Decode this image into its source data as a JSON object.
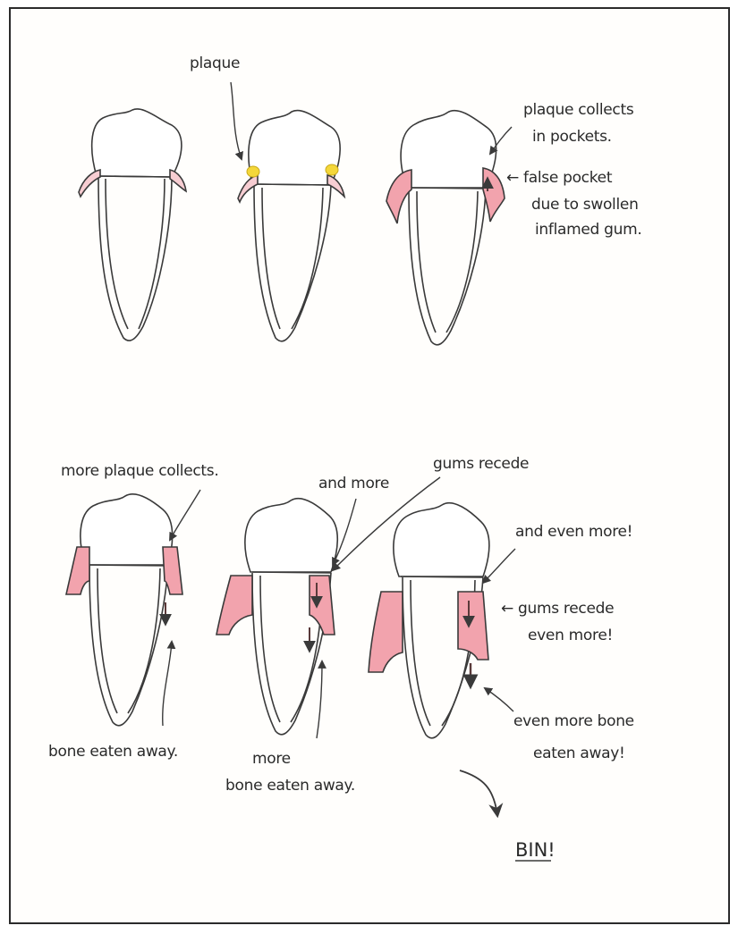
{
  "colors": {
    "outline": "#3a3a3a",
    "gum": "#f2a3ad",
    "gum_light": "#f7cdd2",
    "plaque": "#f4d73a",
    "root_canal": "#f5d6da",
    "frame": "#2b2b2b"
  },
  "top_row": {
    "labels": {
      "plaque": "plaque",
      "plaque_collects_line1": "plaque collects",
      "plaque_collects_line2": "in pockets.",
      "false_pocket_line1": "← false pocket",
      "false_pocket_line2": "due to swollen",
      "false_pocket_line3": "inflamed gum."
    }
  },
  "bottom_row": {
    "labels": {
      "more_plaque": "more plaque collects.",
      "and_more": "and more",
      "gums_recede": "gums recede",
      "and_even_more": "and even more!",
      "gums_recede_more_line1": "← gums recede",
      "gums_recede_more_line2": "even more!",
      "bone_eaten": "bone eaten away.",
      "more_bone_line1": "more",
      "more_bone_line2": "bone eaten away.",
      "even_more_bone_line1": "even more bone",
      "even_more_bone_line2": "eaten away!"
    }
  },
  "final_label": "BIN!"
}
